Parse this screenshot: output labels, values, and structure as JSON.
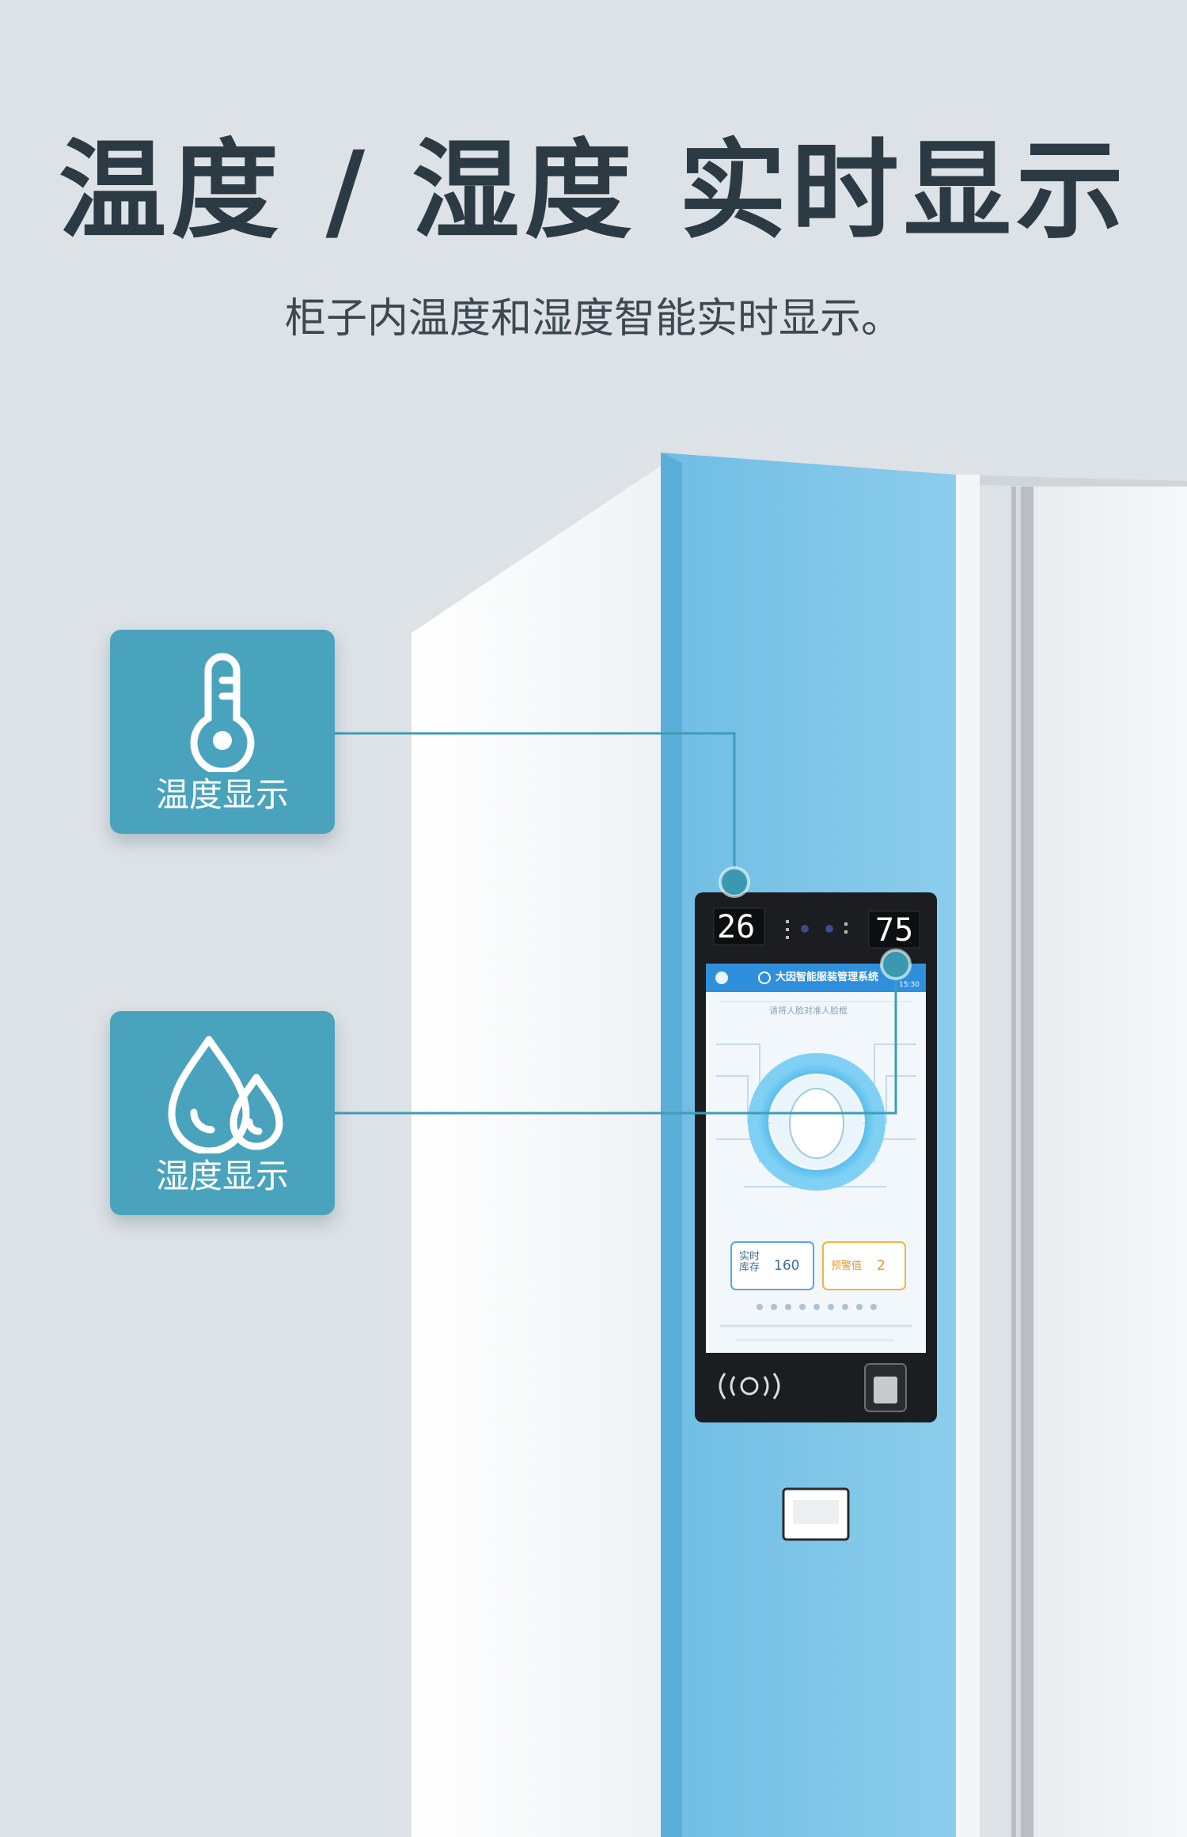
{
  "header": {
    "title": "温度 / 湿度 实时显示",
    "subtitle": "柜子内温度和湿度智能实时显示。"
  },
  "callouts": [
    {
      "label": "温度显示",
      "icon": "thermometer-icon"
    },
    {
      "label": "湿度显示",
      "icon": "water-drops-icon"
    }
  ],
  "cabinet_display": {
    "temperature": "26",
    "humidity": "75",
    "screen": {
      "app_title": "大因智能服装管理系统",
      "time": "15:30",
      "prompt": "请将人脸对准人脸框",
      "stock_label": "实时库存",
      "stock_value": "160",
      "alert_label": "预警值",
      "alert_value": "2"
    }
  },
  "colors": {
    "background": "#dde2e6",
    "badge": "#4aa3bc",
    "cabinet_blue": "#79c2e6",
    "cabinet_white": "#f6f7f8",
    "title_text": "#2c3a43"
  }
}
